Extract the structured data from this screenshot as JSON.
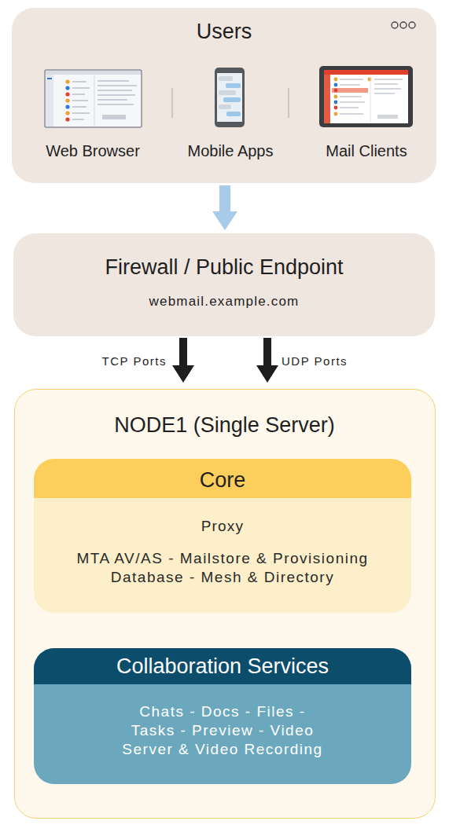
{
  "diagram": {
    "nodes": [
      {
        "text": [
          "Users"
        ]
      },
      {
        "text": [
          "Firewall / Public Endpoint",
          "webmail.example.com"
        ]
      },
      {
        "text": [
          "NODE1 (Single Server)"
        ]
      },
      {
        "text": [
          "Core",
          "Proxy",
          "MTA AV/AS - Mailstore & Provisioning Database - Mesh & Directory"
        ],
        "in": 2
      },
      {
        "text": [
          "Collaboration Services",
          "Chats - Docs - Files - Tasks - Preview - Video Server & Video Recording"
        ],
        "in": 2
      }
    ],
    "edges": [
      {
        "from": 0,
        "to": 1,
        "arrow": "to"
      },
      {
        "from": 1,
        "to": 2,
        "label": "TCP Ports",
        "arrow": "to"
      },
      {
        "from": 1,
        "to": 2,
        "label": "UDP Ports",
        "arrow": "to"
      }
    ],
    "labels": [
      "Web Browser",
      "Mobile Apps",
      "Mail Clients"
    ]
  }
}
